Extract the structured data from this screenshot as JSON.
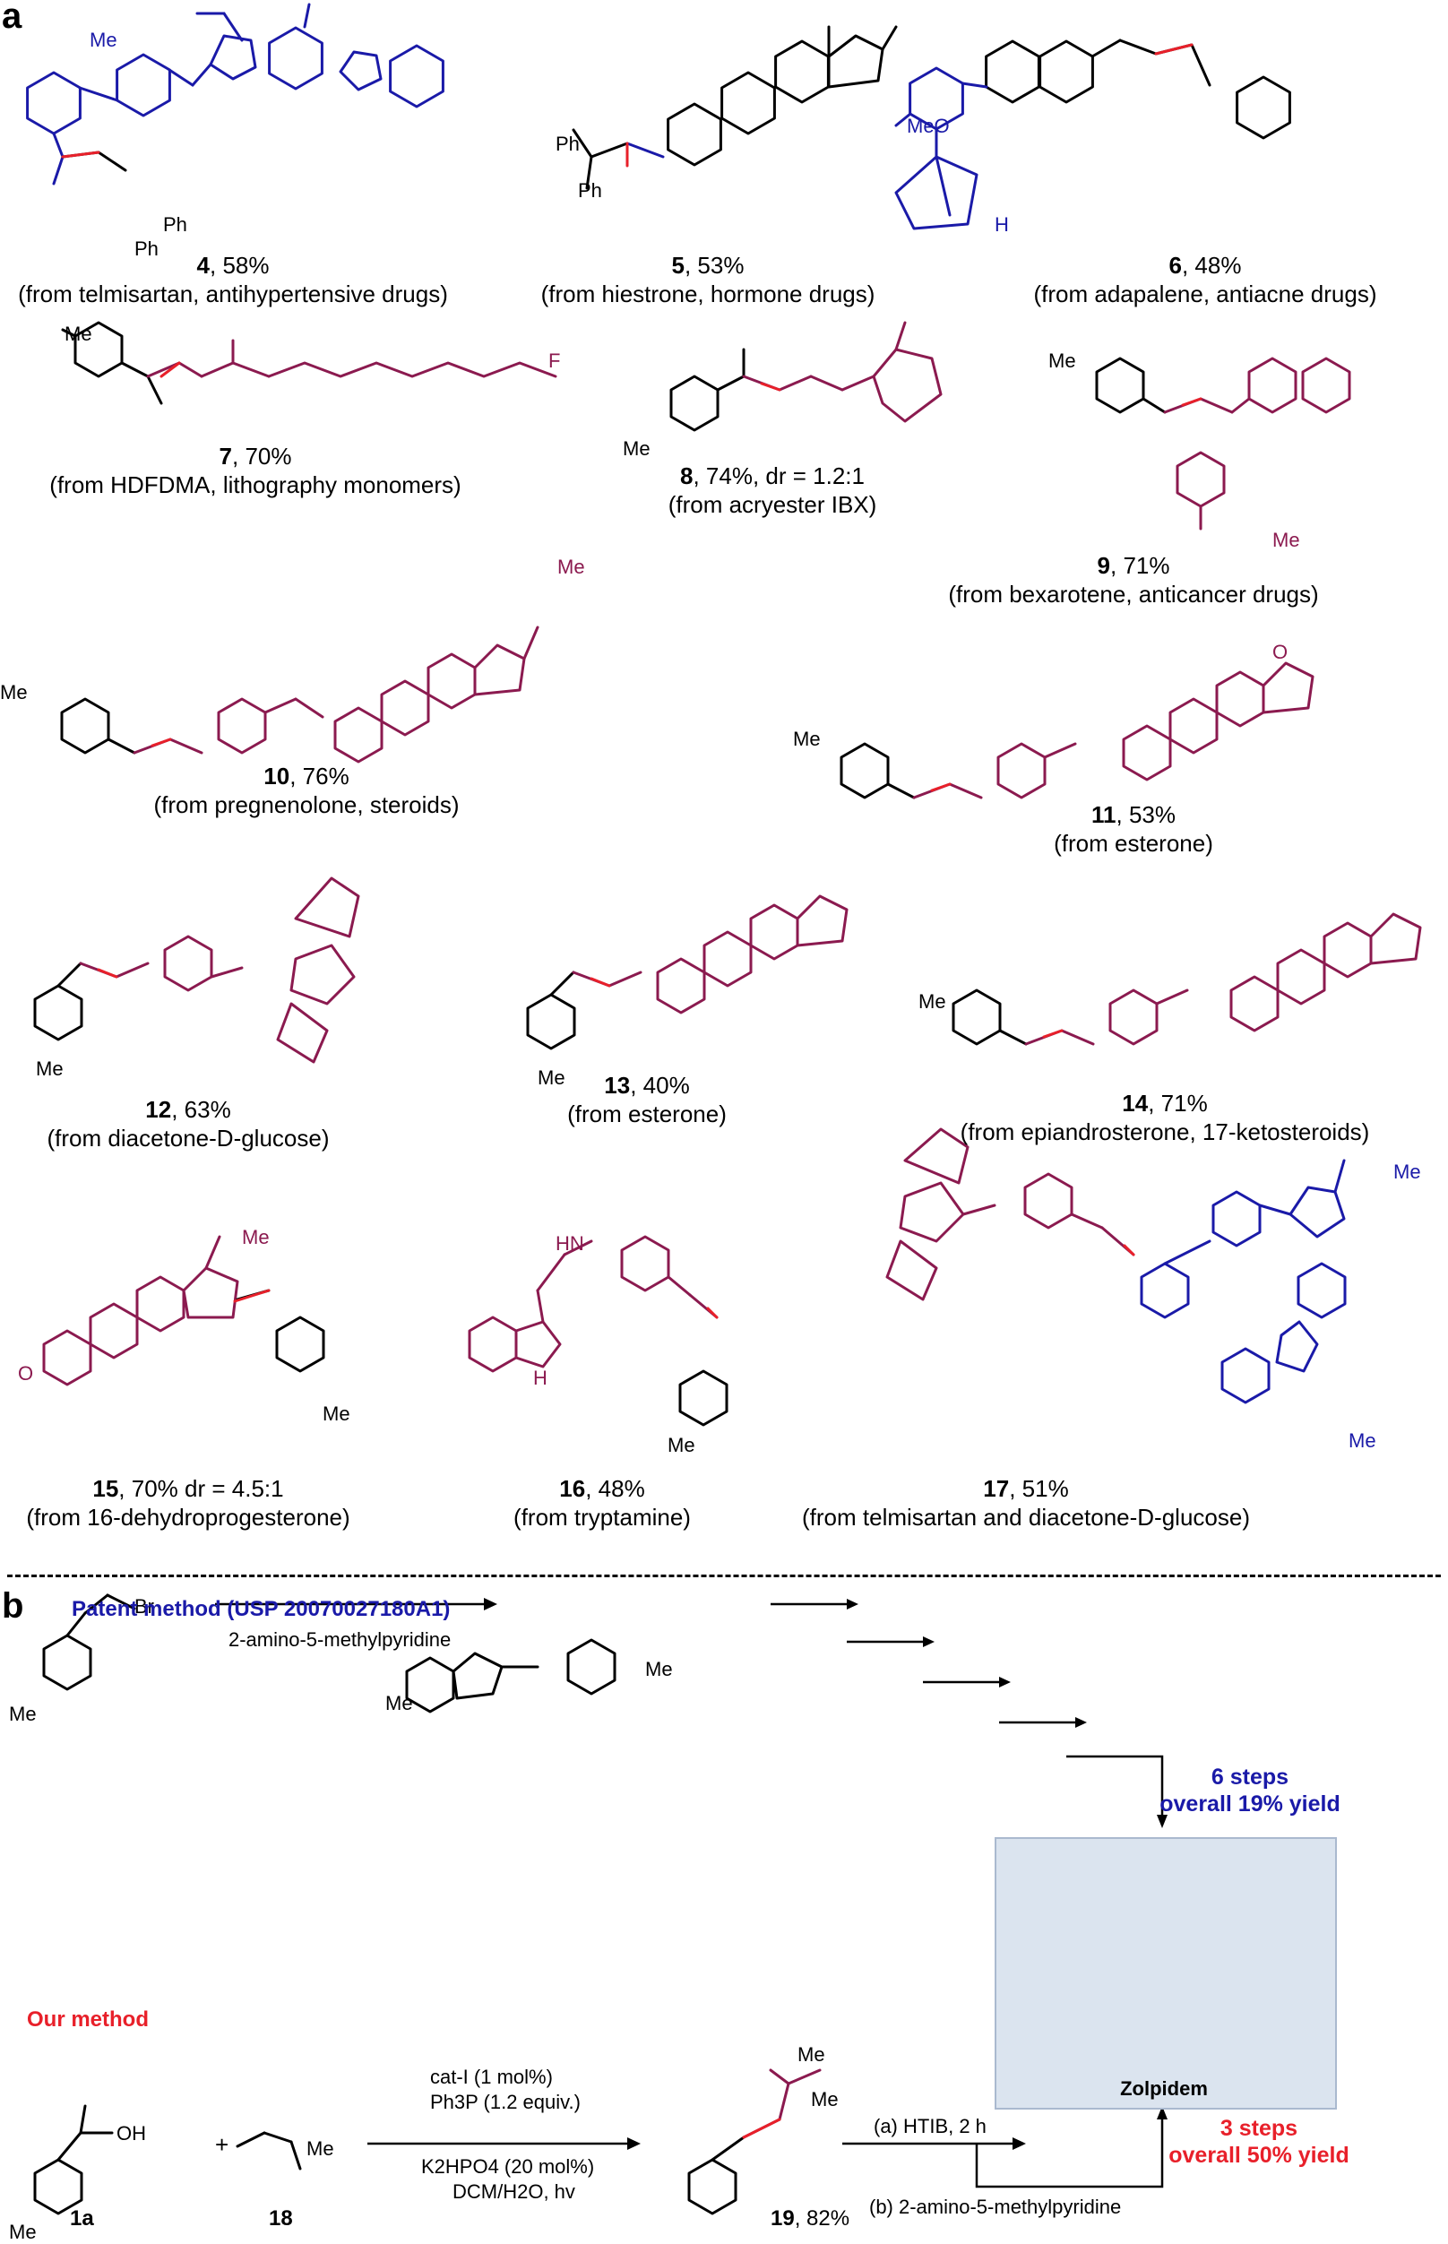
{
  "panels": {
    "a": "a",
    "b": "b"
  },
  "compounds": [
    {
      "id": "4",
      "yield": "58%",
      "source": "(from telmisartan, antihypertensive drugs)"
    },
    {
      "id": "5",
      "yield": "53%",
      "source": "(from hiestrone, hormone drugs)"
    },
    {
      "id": "6",
      "yield": "48%",
      "source": "(from adapalene, antiacne drugs)"
    },
    {
      "id": "7",
      "yield": "70%",
      "source": "(from HDFDMA, lithography monomers)"
    },
    {
      "id": "8",
      "yield": "74%, dr = 1.2:1",
      "source": "(from acryester IBX)"
    },
    {
      "id": "9",
      "yield": "71%",
      "source": "(from bexarotene, anticancer drugs)"
    },
    {
      "id": "10",
      "yield": "76%",
      "source": "(from pregnenolone, steroids)"
    },
    {
      "id": "11",
      "yield": "53%",
      "source": "(from esterone)"
    },
    {
      "id": "12",
      "yield": "63%",
      "source": "(from diacetone-D-glucose)"
    },
    {
      "id": "13",
      "yield": "40%",
      "source": "(from esterone)"
    },
    {
      "id": "14",
      "yield": "71%",
      "source": "(from epiandrosterone, 17-ketosteroids)"
    },
    {
      "id": "15",
      "yield": "70% dr = 4.5:1",
      "source": "(from 16-dehydroprogesterone)"
    },
    {
      "id": "16",
      "yield": "48%",
      "source": "(from tryptamine)"
    },
    {
      "id": "17",
      "yield": "51%",
      "source": "(from telmisartan and diacetone-D-glucose)"
    }
  ],
  "atoms": {
    "me": "Me",
    "ph": "Ph",
    "o": "O",
    "n": "N",
    "h": "H",
    "f": "F",
    "br": "Br",
    "oh": "OH",
    "hn": "HN",
    "meo": "MeO"
  },
  "scheme_b": {
    "patent_title": "Patent method (USP 20070027180A1)",
    "patent_reagent": "2-amino-5-methylpyridine",
    "patent_steps": "6 steps",
    "patent_yield": "overall 19% yield",
    "our_title": "Our method",
    "reagents": [
      "cat-I (1 mol%)",
      "Ph3P (1.2 equiv.)",
      "K2HPO4 (20 mol%)",
      "DCM/H2O, hv"
    ],
    "step_a": "(a) HTIB, 2 h",
    "step_b": "(b) 2-amino-5-methylpyridine",
    "our_steps": "3 steps",
    "our_yield": "overall 50% yield",
    "label_1a": "1a",
    "label_18": "18",
    "label_19": "19",
    "yield_19": "82%",
    "product": "Zolpidem",
    "plus": "+"
  },
  "colors": {
    "blue": "#1a1aa8",
    "purple": "#8b1a4f",
    "red": "#e8202a",
    "box": "#dbe4ef"
  }
}
